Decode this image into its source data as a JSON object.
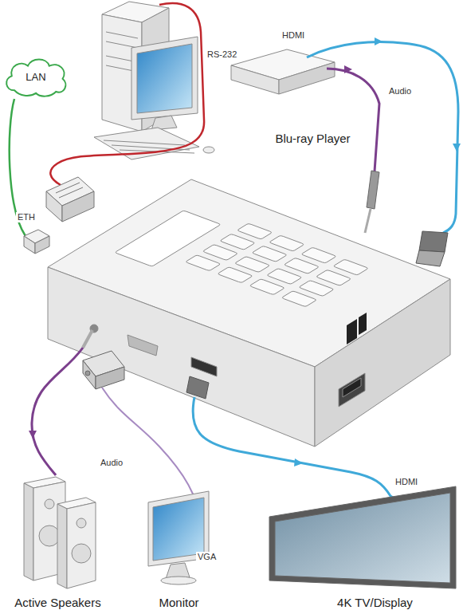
{
  "diagram": {
    "nodes": [
      {
        "text": [
          "LAN"
        ]
      },
      {
        "text": [
          "Blu-ray Player"
        ]
      },
      {
        "text": [
          "Active Speakers"
        ]
      },
      {
        "text": [
          "Monitor"
        ]
      },
      {
        "text": [
          "4K TV/Display"
        ]
      }
    ],
    "labels": [
      "RS-232",
      "ETH",
      "HDMI",
      "Audio",
      "Audio",
      "VGA",
      "HDMI"
    ]
  }
}
